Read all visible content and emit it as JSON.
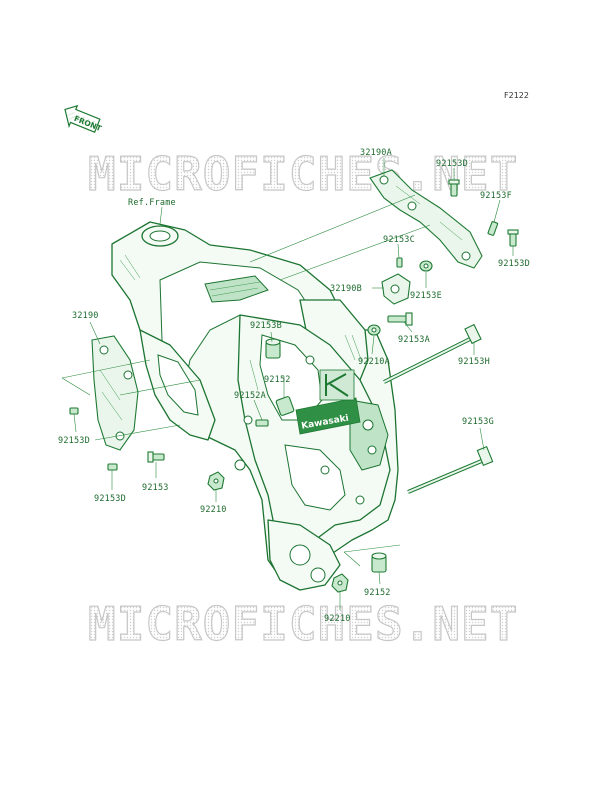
{
  "figure_ref": "F2122",
  "front_indicator": "FRONT",
  "frame_label": "Ref.Frame",
  "watermark": "MICROFICHES.NET",
  "logo_text": "Kawasaki",
  "parts": [
    {
      "id": "p32190A",
      "number": "32190A"
    },
    {
      "id": "p92153D_top",
      "number": "92153D"
    },
    {
      "id": "p92153F",
      "number": "92153F"
    },
    {
      "id": "p92153C",
      "number": "92153C"
    },
    {
      "id": "p92153D_right",
      "number": "92153D"
    },
    {
      "id": "p32190B",
      "number": "32190B"
    },
    {
      "id": "p92153E",
      "number": "92153E"
    },
    {
      "id": "p92153A",
      "number": "92153A"
    },
    {
      "id": "p92153B",
      "number": "92153B"
    },
    {
      "id": "p92210A",
      "number": "92210A"
    },
    {
      "id": "p92153H",
      "number": "92153H"
    },
    {
      "id": "p32190",
      "number": "32190"
    },
    {
      "id": "p92152_mid",
      "number": "92152"
    },
    {
      "id": "p92152A",
      "number": "92152A"
    },
    {
      "id": "p92153D_left",
      "number": "92153D"
    },
    {
      "id": "p92153G",
      "number": "92153G"
    },
    {
      "id": "p92153D_bottom",
      "number": "92153D"
    },
    {
      "id": "p92153",
      "number": "92153"
    },
    {
      "id": "p92210_mid",
      "number": "92210"
    },
    {
      "id": "p92152_low",
      "number": "92152"
    },
    {
      "id": "p92210_low",
      "number": "92210"
    }
  ],
  "colors": {
    "line": "#1e7a33",
    "label": "#1f6b2f",
    "watermark": "#c7c7c7"
  }
}
